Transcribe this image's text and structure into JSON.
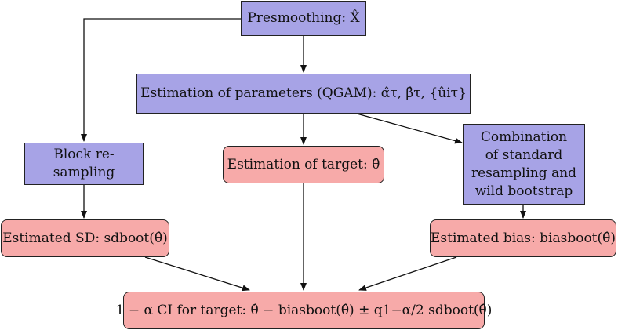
{
  "nodes": {
    "presmoothing": "Presmoothing: X̂",
    "estimation_params": "Estimation of parameters (QGAM): α̂τ, β̂τ, {ûiτ}",
    "block_resampling": [
      "Block re-",
      "sampling"
    ],
    "estimation_target": "Estimation of target: θ̂",
    "combination": [
      "Combination",
      "of standard",
      "resampling and",
      "wild bootstrap"
    ],
    "estimated_sd": "Estimated SD: sdboot(θ̂)",
    "estimated_bias": "Estimated bias: biasboot(θ̂)",
    "ci": "1 − α CI for target: θ̂ − biasboot(θ̂) ± q1−α/2 sdboot(θ̂)"
  },
  "colors": {
    "process_node": "#a7a3e6",
    "estimate_node": "#f7aaa9",
    "edge": "#111111"
  },
  "edges": [
    [
      "presmoothing",
      "estimation_params"
    ],
    [
      "presmoothing",
      "block_resampling"
    ],
    [
      "estimation_params",
      "estimation_target"
    ],
    [
      "estimation_params",
      "combination"
    ],
    [
      "block_resampling",
      "estimated_sd"
    ],
    [
      "combination",
      "estimated_bias"
    ],
    [
      "estimated_sd",
      "ci"
    ],
    [
      "estimation_target",
      "ci"
    ],
    [
      "estimated_bias",
      "ci"
    ]
  ]
}
